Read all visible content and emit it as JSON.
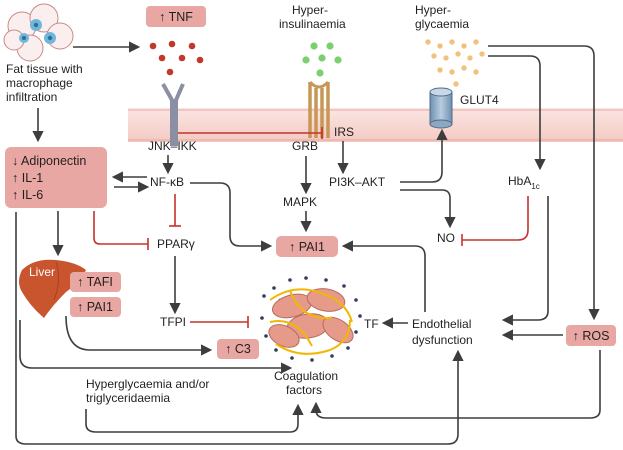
{
  "labels": {
    "tnf": "↑ TNF",
    "hyper_insulinaemia": [
      "Hyper-",
      "insulinaemia"
    ],
    "hyper_glycaemia": [
      "Hyper-",
      "glycaemia"
    ],
    "fat_tissue": [
      "Fat tissue with",
      "macrophage",
      "infiltration"
    ],
    "glut4": "GLUT4",
    "jnk_ikk": "JNK–IKK",
    "irs": "IRS",
    "grb": "GRB",
    "pi3k_akt": "PI3K–AKT",
    "adipo_box": [
      "↓ Adiponectin",
      "↑ IL-1",
      "↑ IL-6"
    ],
    "nfkb": "NF-κB",
    "mapk": "MAPK",
    "hba1c_main": "HbA",
    "hba1c_sub": "1c",
    "pparg": "PPARγ",
    "pai1_center": "↑ PAI1",
    "no": "NO",
    "liver": "Liver",
    "tafi": "↑ TAFI",
    "pai1_liver": "↑ PAI1",
    "tfpi": "TFPI",
    "c3": "↑ C3",
    "tf": "TF",
    "endothelial": [
      "Endothelial",
      "dysfunction"
    ],
    "ros": "↑ ROS",
    "coagulation": [
      "Coagulation",
      "factors"
    ],
    "hyperglycaemia_tg": [
      "Hyperglycaemia and/or",
      "triglyceridaemia"
    ]
  },
  "colors": {
    "box_fill": "#e8a7a2",
    "inhibition": "#c8302b",
    "activation": "#3d3d3d",
    "tnf_particles": "#c0392b",
    "insulin_particles": "#7ccf6f",
    "glucose_particles": "#f1c27d",
    "membrane": "#f6d5d0",
    "red_cells": "#e69a8a",
    "fibrin": "#f2b705"
  }
}
